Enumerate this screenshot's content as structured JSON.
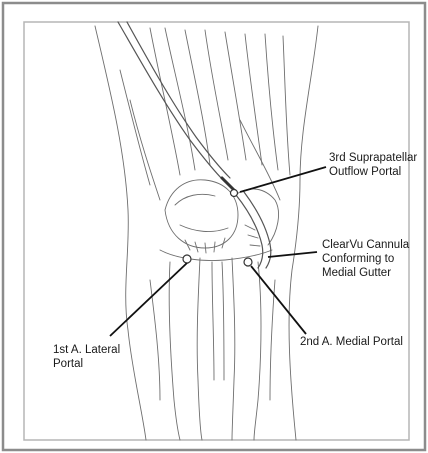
{
  "labels": {
    "suprapatellar": [
      "3rd Suprapatellar",
      "Outflow Portal"
    ],
    "cannula": [
      "ClearVu Cannula",
      "Conforming to",
      "Medial Gutter"
    ],
    "lateral": [
      "1st A. Lateral",
      "Portal"
    ],
    "medial": [
      "2nd A. Medial Portal"
    ]
  },
  "colors": {
    "background": "#ffffff",
    "outer_frame": "#8c8c8c",
    "inner_frame": "#b5b5b5",
    "sketch": "#6e6e6e",
    "leader_line": "#111111",
    "text": "#1a1a1a"
  }
}
